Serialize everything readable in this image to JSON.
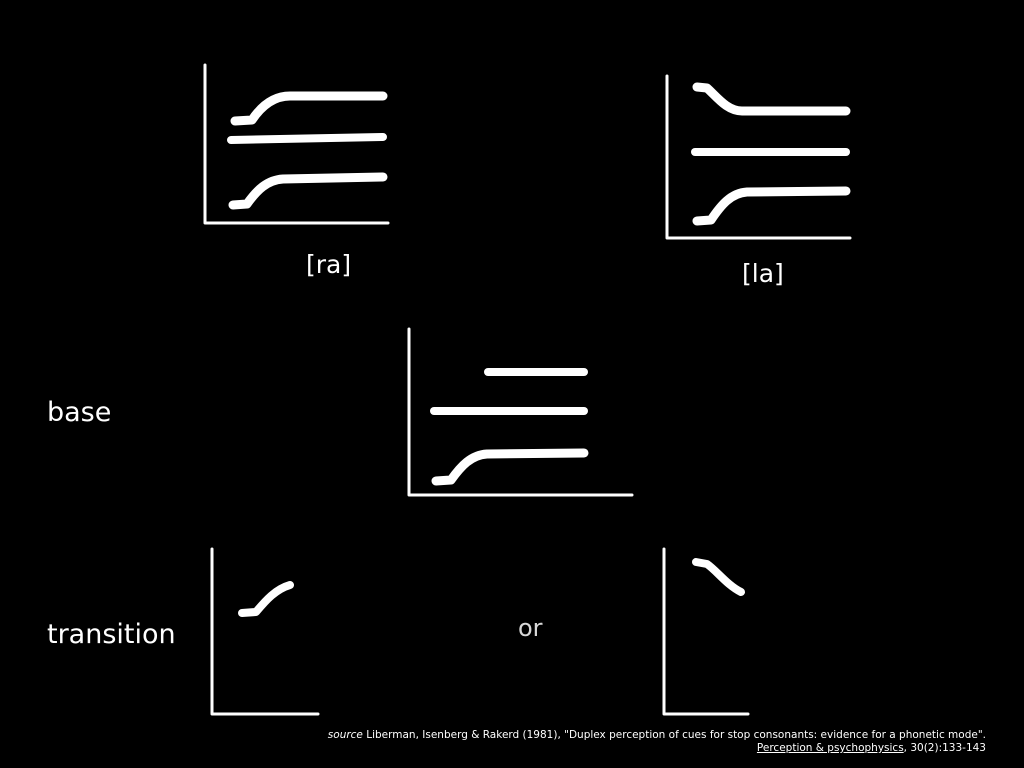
{
  "labels": {
    "ra": "[ra]",
    "la": "[la]",
    "base": "base",
    "transition": "transition",
    "or": "or"
  },
  "source": {
    "prefix": "source",
    "citation": "Liberman, Isenberg & Rakerd (1981), \"Duplex perception of cues for stop consonants: evidence for a phonetic mode\".",
    "journal": "Perception & psychophysics",
    "details": ", 30(2):133-143"
  }
}
